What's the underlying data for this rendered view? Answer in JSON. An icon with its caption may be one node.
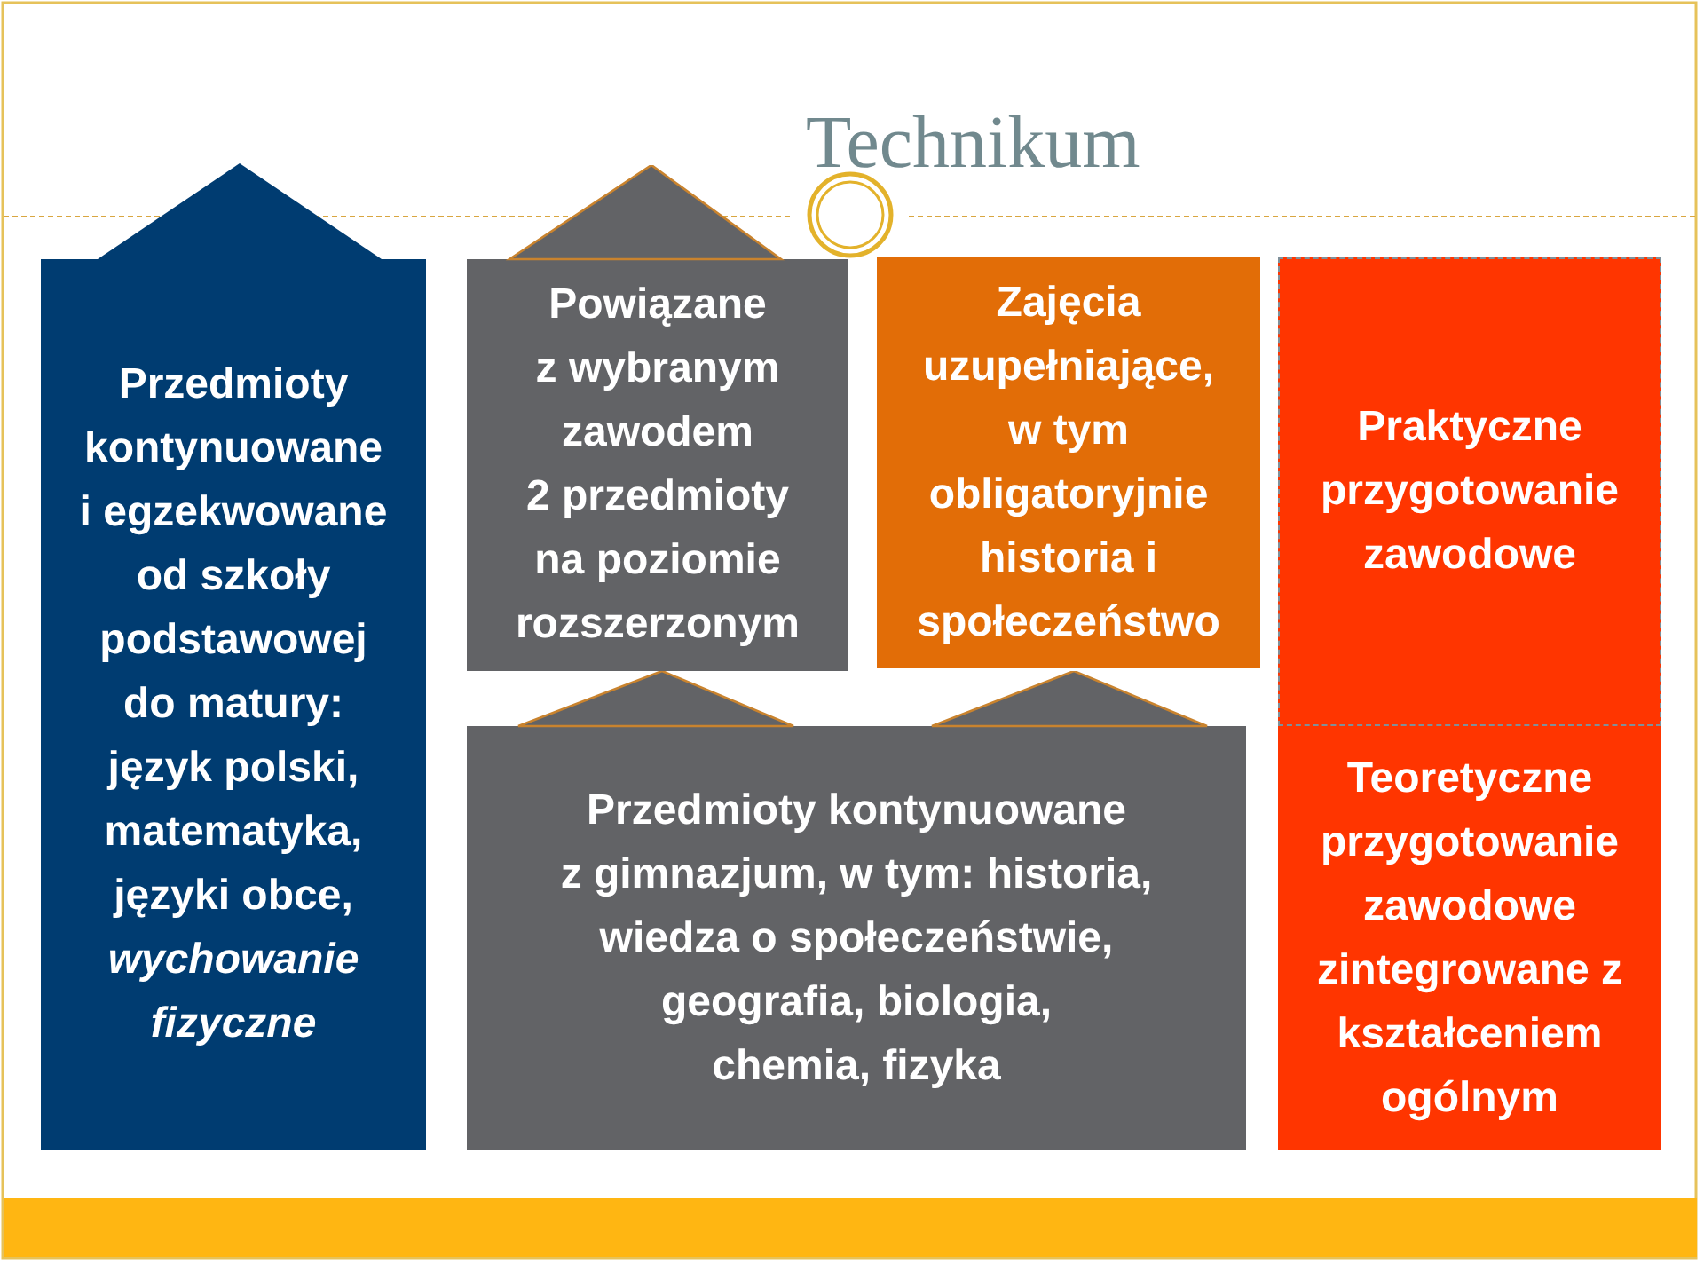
{
  "diagram": {
    "title": "Technikum",
    "nodes": [
      {
        "text": [
          "Przedmioty kontynuowane i egzekwowane od szkoły podstawowej do matury: język polski, matematyka, języki obce, *wychowanie fizyczne*"
        ]
      },
      {
        "text": [
          "Powiązane z wybranym zawodem 2 przedmioty na poziomie rozszerzonym"
        ]
      },
      {
        "text": [
          "Zajęcia uzupełniające, w tym obligatoryjnie historia i społeczeństwo"
        ]
      },
      {
        "text": [
          "Praktyczne przygotowanie zawodowe"
        ]
      },
      {
        "text": [
          "Przedmioty kontynuowane z gimnazjum, w tym: historia, wiedza o społeczeństwie, geografia, biologia, chemia, fizyka"
        ]
      },
      {
        "text": [
          "Teoretyczne przygotowanie zawodowe zintegrowane z kształceniem ogólnym"
        ]
      },
      {
        "text": [],
        "shape": "bar"
      }
    ]
  }
}
